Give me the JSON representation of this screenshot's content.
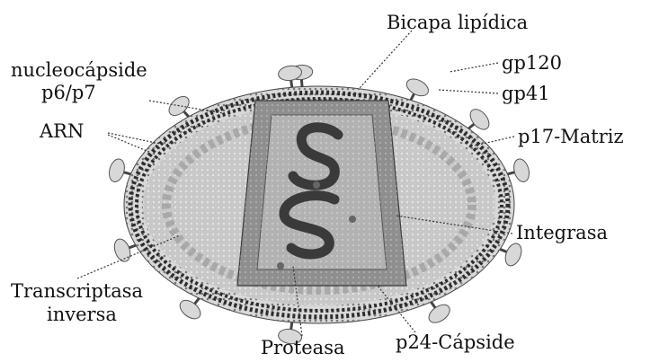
{
  "labels": {
    "bilayer": "Bicapa lipídica",
    "gp120": "gp120",
    "gp41": "gp41",
    "nucleocapsid_1": "nucleocápside",
    "nucleocapsid_2": "p6/p7",
    "rna": "ARN",
    "matrix": "p17-Matriz",
    "integrase": "Integrasa",
    "rt_1": "Transcriptasa",
    "rt_2": "inversa",
    "protease": "Proteasa",
    "capsid": "p24-Cápside"
  },
  "colors": {
    "envelope_beads": "#3c3c3c",
    "matrix_fill": "#c6c6c6",
    "capsid_band": "#8e8e8e",
    "core_fill": "#a9a9a9",
    "rna_strand": "#3a3a3a",
    "label_text": "#111111"
  }
}
